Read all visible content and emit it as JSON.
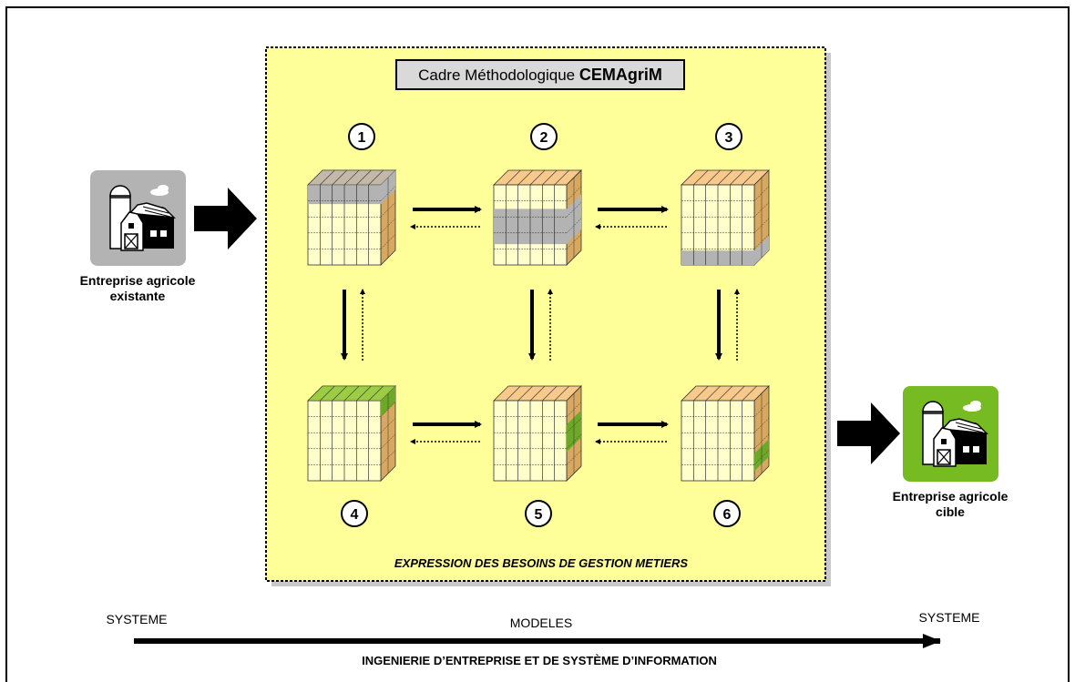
{
  "frame": {
    "title_prefix": "Cadre Méthodologique",
    "title_name": "CEMAgriM",
    "footer": "EXPRESSION DES BESOINS DE GESTION METIERS"
  },
  "steps": [
    "1",
    "2",
    "3",
    "4",
    "5",
    "6"
  ],
  "source": {
    "label_line1": "Entreprise agricole",
    "label_line2": "existante"
  },
  "target": {
    "label_line1": "Entreprise agricole",
    "label_line2": "cible"
  },
  "axis": {
    "left": "SYSTEME",
    "middle": "MODELES",
    "right": "SYSTEME",
    "caption": "INGENIERIE D’ENTREPRISE ET DE SYSTÈME D’INFORMATION"
  },
  "colors": {
    "frame_bg": "#ffff99",
    "cube_face": "#ffffcc",
    "cube_top": "#f7c98a",
    "cube_side": "#d8a860",
    "highlight_grey": "#b3b3b3",
    "highlight_green": "#6ea828",
    "farm_existing_bg": "#b3b3b3",
    "farm_target_bg": "#77bb22"
  }
}
